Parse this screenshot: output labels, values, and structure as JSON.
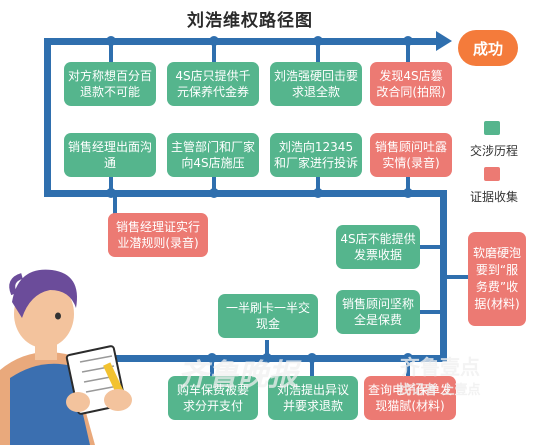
{
  "title": "刘浩维权路径图",
  "success_label": "成功",
  "legend": [
    {
      "label": "交涉历程",
      "color": "#55b58d"
    },
    {
      "label": "证据收集",
      "color": "#ec7a73"
    }
  ],
  "row1": [
    {
      "text": "对方称想百分百退款不可能",
      "type": "green"
    },
    {
      "text": "4S店只提供千元保养代金券",
      "type": "green"
    },
    {
      "text": "刘浩强硬回击要求退全款",
      "type": "green"
    },
    {
      "text": "发现4S店篡改合同(拍照)",
      "type": "red"
    }
  ],
  "row2": [
    {
      "text": "销售经理出面沟通",
      "type": "green"
    },
    {
      "text": "主管部门和厂家向4S店施压",
      "type": "green"
    },
    {
      "text": "刘浩向12345和厂家进行投诉",
      "type": "green"
    },
    {
      "text": "销售顾问吐露实情(录音)",
      "type": "red"
    }
  ],
  "left_red": "销售经理证实行业潜规则(录音)",
  "right_col": [
    {
      "text": "4S店不能提供发票收据",
      "type": "green"
    },
    {
      "text": "销售顾问坚称全是保费",
      "type": "green"
    }
  ],
  "side_red": "软磨硬泡要到“服务费”收据(材料)",
  "middle_green": "一半刷卡一半交现金",
  "bottom_row": [
    {
      "text": "购车保费被要求分开支付",
      "type": "green"
    },
    {
      "text": "刘浩提出异议并要求退款",
      "type": "green"
    },
    {
      "text": "查询电子保单发现猫腻(材料)",
      "type": "red"
    }
  ],
  "watermark_main": "齐鲁晚报",
  "watermark_brand": "齐鲁壹点",
  "watermark_sub": "找记者 上壹点",
  "colors": {
    "path": "#2f6fae",
    "green": "#55b58d",
    "red": "#ec7a73",
    "success": "#f47b3b"
  }
}
